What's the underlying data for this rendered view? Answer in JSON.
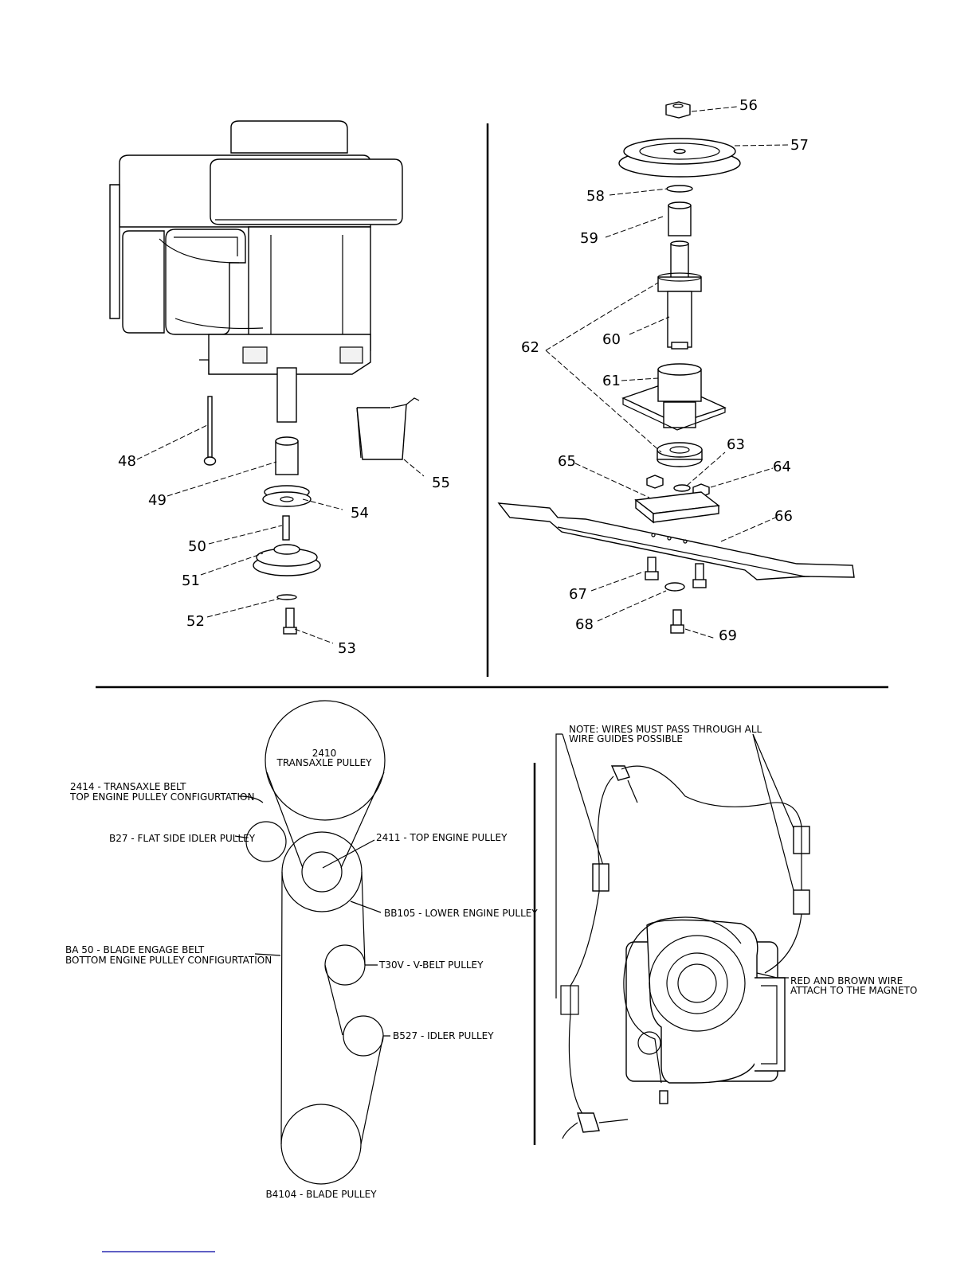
{
  "callouts": {
    "c48": "48",
    "c49": "49",
    "c50": "50",
    "c51": "51",
    "c52": "52",
    "c53": "53",
    "c54": "54",
    "c55": "55",
    "c56": "56",
    "c57": "57",
    "c58": "58",
    "c59": "59",
    "c60": "60",
    "c61": "61",
    "c62": "62",
    "c63": "63",
    "c64": "64",
    "c65": "65",
    "c66": "66",
    "c67": "67",
    "c68": "68",
    "c69": "69"
  },
  "belt_diagram": {
    "transaxle_pulley_num": "2410",
    "transaxle_pulley_name": "TRANSAXLE PULLEY",
    "transaxle_belt_1": "2414 - TRANSAXLE BELT",
    "transaxle_belt_2": "TOP ENGINE PULLEY CONFIGURTATION",
    "flat_idler": "B27 - FLAT SIDE IDLER PULLEY",
    "top_engine": "2411 - TOP ENGINE PULLEY",
    "lower_engine": "BB105 - LOWER ENGINE PULLEY",
    "blade_belt_1": "BA 50 - BLADE ENGAGE BELT",
    "blade_belt_2": "BOTTOM ENGINE PULLEY CONFIGURTATION",
    "vbelt": "T30V - V-BELT PULLEY",
    "idler": "B527 - IDLER PULLEY",
    "blade_pulley": "B4104 - BLADE PULLEY"
  },
  "wiring": {
    "note_1": "NOTE: WIRES MUST PASS THROUGH ALL",
    "note_2": "WIRE GUIDES POSSIBLE",
    "wire_1": "RED AND BROWN WIRE",
    "wire_2": "ATTACH TO THE MAGNETO"
  }
}
